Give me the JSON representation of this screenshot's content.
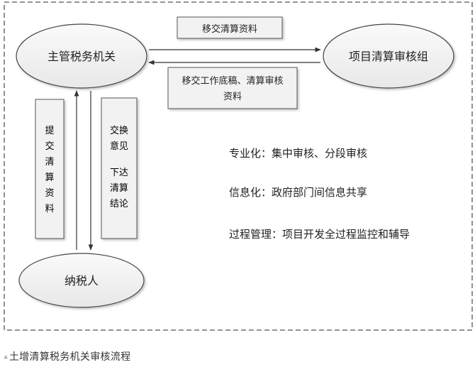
{
  "diagram": {
    "nodes": {
      "tax_authority": "主管税务机关",
      "review_team": "项目清算审核组",
      "taxpayer": "纳税人"
    },
    "boxes": {
      "transfer_materials": "移交清算资料",
      "transfer_working_papers_line1": "移交工作底稿、清算审核",
      "transfer_working_papers_line2": "资料",
      "submit_materials": [
        "提",
        "交",
        "清",
        "算",
        "资",
        "料"
      ],
      "exchange_line1": "交换",
      "exchange_line2": "意见",
      "issue_line1": "下达",
      "issue_line2": "清算",
      "issue_line3": "结论"
    },
    "principles": {
      "professional": "专业化：集中审核、分段审核",
      "informatized": "信息化：政府部门间信息共享",
      "process": "过程管理：项目开发全过程监控和辅导"
    }
  },
  "caption": {
    "marker": "▵",
    "text": "土增清算税务机关审核流程"
  }
}
